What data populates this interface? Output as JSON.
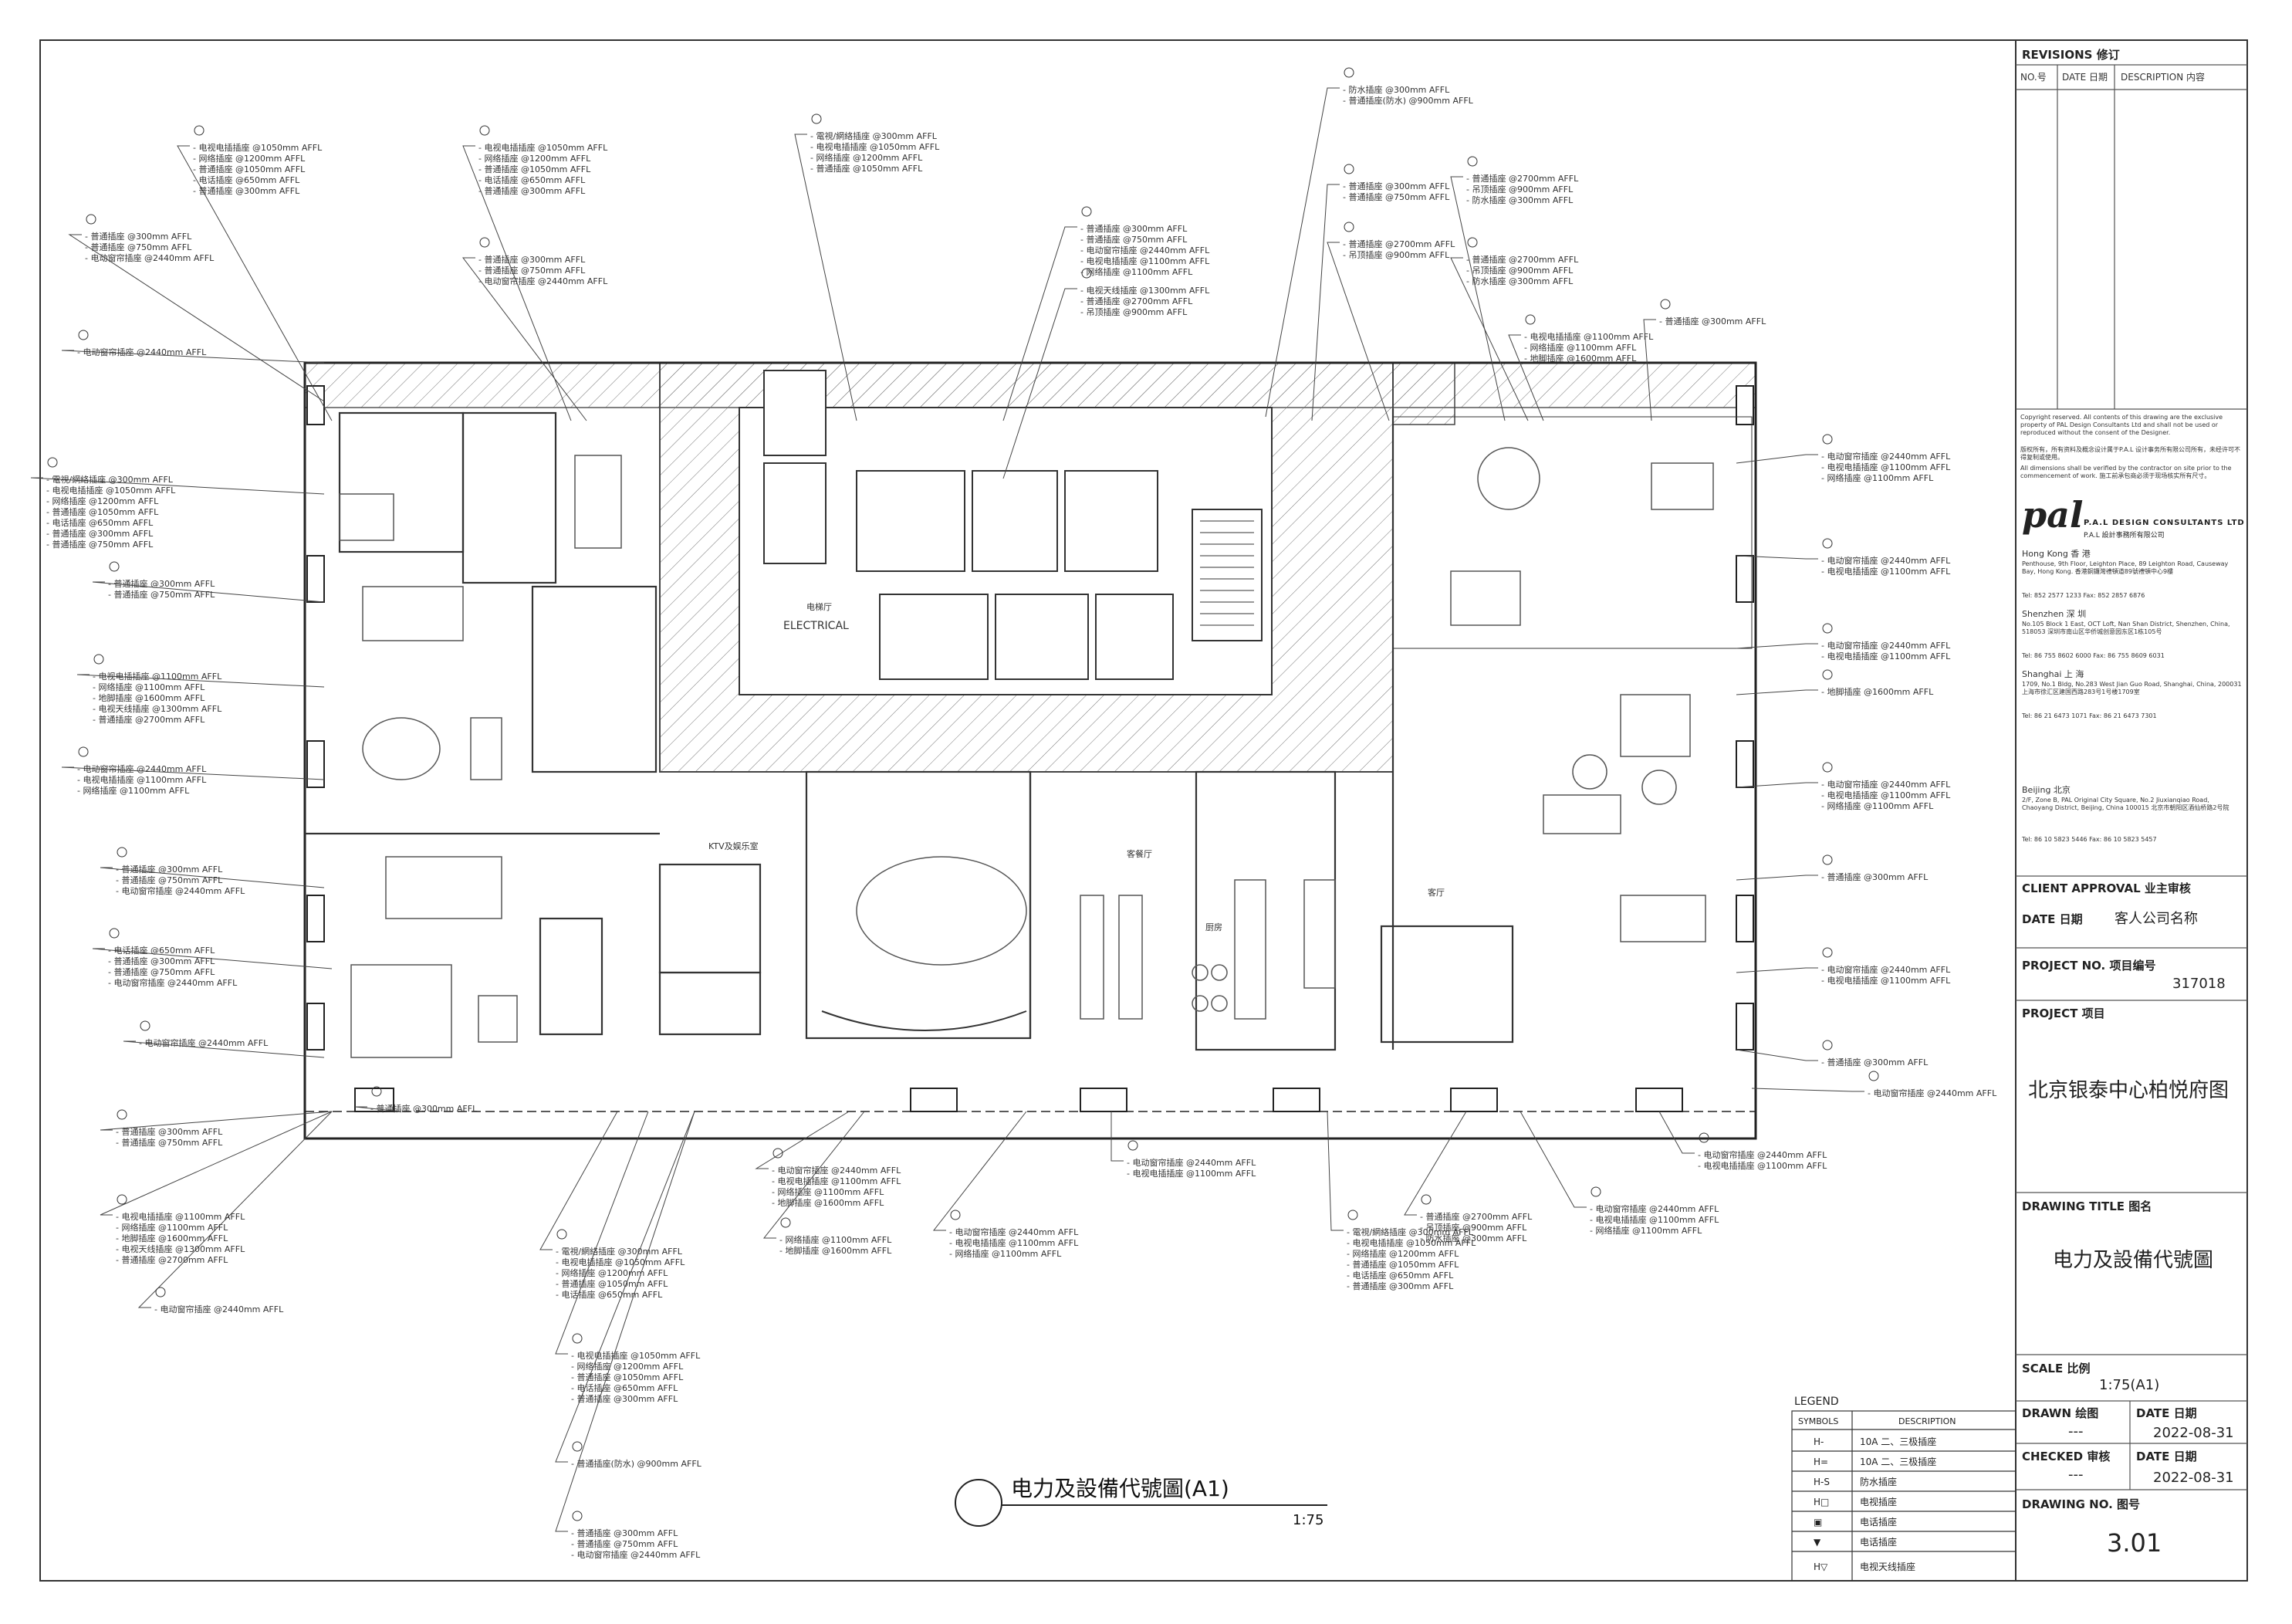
{
  "title_block": {
    "revisions_label": "REVISIONS  修订",
    "revision_headers": [
      "NO.号",
      "DATE 日期",
      "DESCRIPTION  内容"
    ],
    "copyright_en": "Copyright reserved. All contents of this drawing are the exclusive property of PAL Design Consultants Ltd and shall not be used or reproduced without the consent of the Designer.",
    "copyright_cn": "版权所有，所有资料及概念设计属于P.A.L 设计事务所有限公司所有，未经许可不得复制或使用。",
    "dimension_note": "All dimensions shall be verified by the contractor on site prior to the commencement of work. 施工前承包商必须于现场核实所有尺寸。",
    "company_logo_text": "pal",
    "company_name": "P.A.L DESIGN CONSULTANTS LTD",
    "company_name_cn": "P.A.L 設計事務所有限公司",
    "offices": [
      {
        "city": "Hong Kong 香 港",
        "address": "Penthouse, 9th Floor, Leighton Place, 89 Leighton Road, Causeway Bay, Hong Kong. 香港銅鑼灣禮頓道89號禮頓中心9樓",
        "phone": "Tel: 852 2577 1233        Fax: 852 2857 6876"
      },
      {
        "city": "Shenzhen 深 圳",
        "address": "No.105 Block 1 East, OCT Loft, Nan Shan District, Shenzhen, China, 518053 深圳市南山区华侨城创意园东区1栋105号",
        "phone": "Tel: 86 755 8602 6000        Fax: 86 755 8609 6031"
      },
      {
        "city": "Shanghai 上 海",
        "address": "1709, No.1 Bldg, No.283 West Jian Guo Road, Shanghai, China, 200031 上海市徐汇区建国西路283号1号楼1709室",
        "phone": "Tel: 86 21 6473 1071        Fax: 86 21 6473 7301"
      },
      {
        "city": "Beijing 北京",
        "address": "2/F, Zone B, PAL Original City Square, No.2 Jiuxianqiao Road, Chaoyang District, Beijing, China 100015 北京市朝阳区酒仙桥路2号院",
        "phone": "Tel: 86 10 5823 5446        Fax: 86 10 5823 5457"
      }
    ],
    "client_approval_label": "CLIENT APPROVAL 业主审核",
    "client_name": "客人公司名称",
    "date_label_1": "DATE 日期",
    "project_no_label": "PROJECT NO. 项目编号",
    "project_no": "317018",
    "project_label": "PROJECT  项目",
    "project_name": "北京银泰中心柏悦府图",
    "drawing_title_label": "DRAWING TITLE  图名",
    "drawing_title": "电力及設備代號圖",
    "scale_label": "SCALE  比例",
    "scale": "1:75(A1)",
    "drawn_label": "DRAWN  绘图",
    "drawn_value": "---",
    "date_label_2": "DATE  日期",
    "date_value_1": "2022-08-31",
    "checked_label": "CHECKED  审核",
    "checked_value": "---",
    "date_label_3": "DATE  日期",
    "date_value_2": "2022-08-31",
    "drawing_no_label": "DRAWING NO.  图号",
    "drawing_no": "3.01"
  },
  "legend": {
    "title": "LEGEND",
    "headers": [
      "SYMBOLS",
      "DESCRIPTION"
    ],
    "items": [
      {
        "symbol": "H-",
        "description": "10A 二、三极插座"
      },
      {
        "symbol": "H=",
        "description": "10A 二、三极插座"
      },
      {
        "symbol": "H-S",
        "description": "防水插座"
      },
      {
        "symbol": "H□",
        "description": "电视插座"
      },
      {
        "symbol": "▣",
        "description": "电话插座"
      },
      {
        "symbol": "▼",
        "description": "电话插座"
      },
      {
        "symbol": "H▽",
        "description": "电视天线插座"
      }
    ]
  },
  "drawing": {
    "caption": "电力及設備代號圖(A1)",
    "caption_scale": "1:75",
    "room_labels": [
      "KTV及娱乐室",
      "客餐厅",
      "厨房",
      "客厅",
      "ELECTRICAL",
      "电梯厅"
    ],
    "callout_lines": [
      "- 電視/網絡插座 @300mm AFFL",
      "- 电视电插插座 @1050mm AFFL",
      "- 网络插座 @1200mm AFFL",
      "- 普通插座 @1050mm AFFL",
      "- 电话插座 @650mm AFFL",
      "- 普通插座 @300mm AFFL",
      "- 普通插座 @750mm AFFL",
      "- 电动窗帘插座 @2440mm AFFL",
      "- 电视电插插座 @1100mm AFFL",
      "- 网络插座 @1100mm AFFL",
      "- 地脚插座 @1600mm AFFL",
      "- 电视天线插座 @1300mm AFFL",
      "- 普通插座 @2700mm AFFL",
      "- 吊顶插座 @900mm AFFL",
      "- 防水插座 @300mm AFFL",
      "- 普通插座(防水) @900mm AFFL",
      "- 普通插座 @1050mm AFFL"
    ]
  }
}
